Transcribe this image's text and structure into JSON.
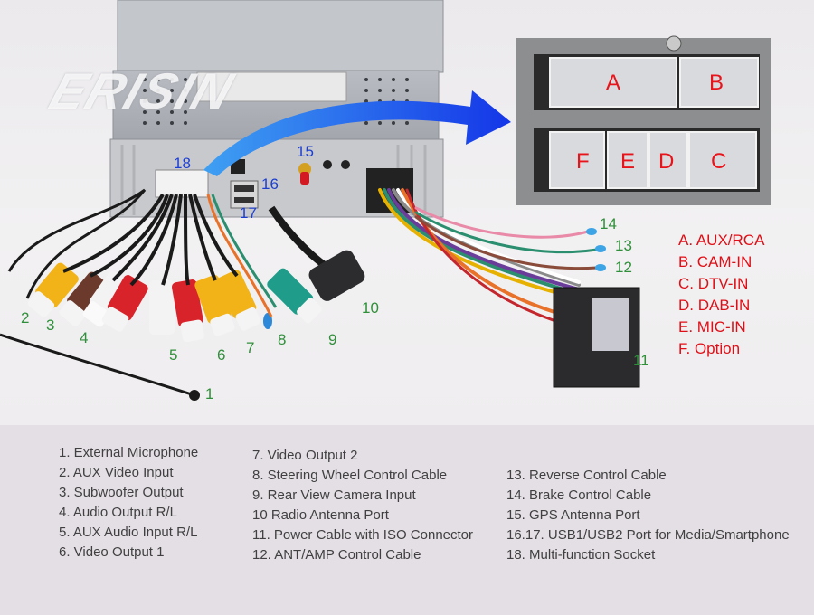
{
  "brand": {
    "logo_text": "ERISIN"
  },
  "callouts": {
    "c1": "1",
    "c2": "2",
    "c3": "3",
    "c4": "4",
    "c5": "5",
    "c6": "6",
    "c7": "7",
    "c8": "8",
    "c9": "9",
    "c10": "10",
    "c11": "11",
    "c12": "12",
    "c13": "13",
    "c14": "14",
    "c15": "15",
    "c16": "16",
    "c17": "17",
    "c18": "18"
  },
  "connector_panel": {
    "letters": {
      "a": "A",
      "b": "B",
      "c": "C",
      "d": "D",
      "e": "E",
      "f": "F"
    }
  },
  "connector_legend": [
    "A. AUX/RCA",
    "B. CAM-IN",
    "C. DTV-IN",
    "D. DAB-IN",
    "E. MIC-IN",
    "F. Option"
  ],
  "legend": {
    "col1": [
      "1. External Microphone",
      "2. AUX Video Input",
      "3. Subwoofer Output",
      "4. Audio Output R/L",
      "5. AUX Audio Input R/L",
      "6. Video Output 1"
    ],
    "col2": [
      "7. Video Output 2",
      "8. Steering Wheel Control Cable",
      "9. Rear View Camera Input",
      "10 Radio Antenna Port",
      "11. Power Cable with ISO Connector",
      "12. ANT/AMP Control Cable"
    ],
    "col3": [
      "13. Reverse Control Cable",
      "14. Brake Control Cable",
      "15. GPS Antenna Port",
      "16.17. USB1/USB2 Port for Media/Smartphone",
      "18. Multi-function Socket"
    ]
  },
  "colors": {
    "callout_green": "#2f8f3a",
    "callout_blue": "#1d3fd1",
    "connector_label_red": "#e00f17",
    "arrow_blue": "#1f5ee8",
    "legend_text": "#404040",
    "background": "#e4dfe5"
  }
}
